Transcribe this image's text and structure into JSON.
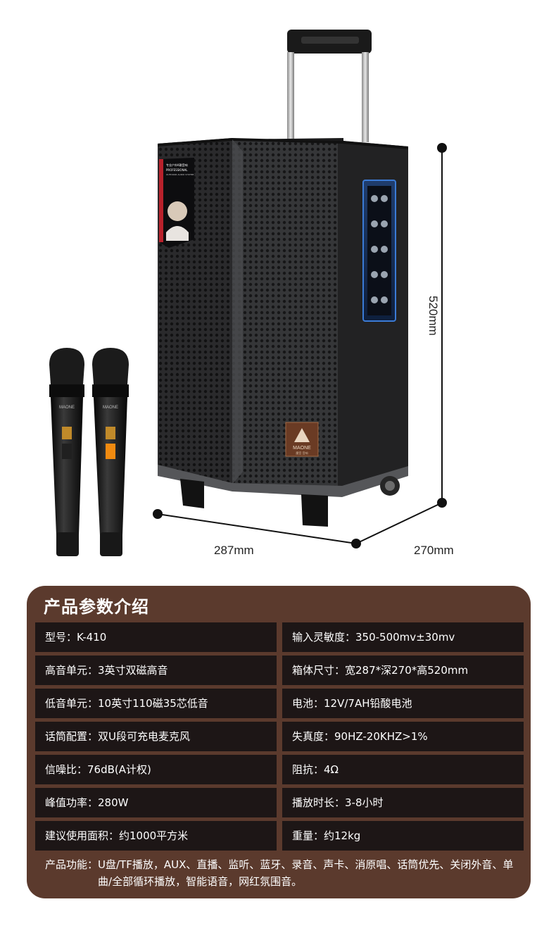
{
  "dimensions": {
    "width": "287mm",
    "depth": "270mm",
    "height": "520mm"
  },
  "product": {
    "logo_text": "MAONE",
    "logo_sub": "魔音 音响",
    "sticker_line1": "专业户外K歌音响",
    "sticker_line2": "PROFESSIONAL",
    "sticker_line3": "OUTDOOR AUDIO SYSTEM",
    "mic_brand": "MAONE"
  },
  "specs": {
    "title": "产品参数介绍",
    "rows": [
      {
        "left": "型号：K-410",
        "right": "输入灵敏度：350-500mv±30mv"
      },
      {
        "left": "高音单元：3英寸双磁高音",
        "right": "箱体尺寸：宽287*深270*高520mm"
      },
      {
        "left": "低音单元：10英寸110磁35芯低音",
        "right": "电池：12V/7AH铅酸电池"
      },
      {
        "left": "话筒配置：双U段可充电麦克风",
        "right": "失真度：90HZ-20KHZ>1%"
      },
      {
        "left": "信噪比：76dB(A计权)",
        "right": "阻抗：4Ω"
      },
      {
        "left": "峰值功率：280W",
        "right": "播放时长：3-8小时"
      },
      {
        "left": "建议使用面积：约1000平方米",
        "right": "重量：约12kg"
      }
    ],
    "features_label": "产品功能：",
    "features_text": "U盘/TF播放，AUX、直播、监听、蓝牙、录音、声卡、消原唱、话筒优先、关闭外音、单曲/全部循环播放，智能语音，网红氛围音。"
  }
}
